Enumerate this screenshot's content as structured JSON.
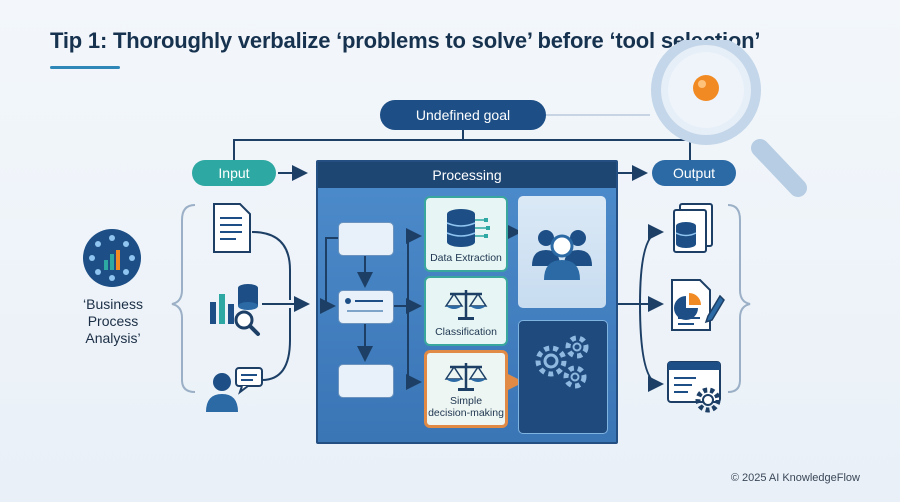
{
  "title": "Tip 1: Thoroughly verbalize ‘problems to solve’ before ‘tool selection’",
  "goal": "Undefined goal",
  "input": "Input",
  "processing": "Processing",
  "output": "Output",
  "left_label": "‘Business\nProcess\nAnalysis’",
  "cards": {
    "extraction": "Data Extraction",
    "classification": "Classification",
    "decision": "Simple\ndecision-making"
  },
  "copyright": "© 2025 AI KnowledgeFlow",
  "colors": {
    "navy": "#1d4f86",
    "teal": "#2ea8a2",
    "orange": "#e08a45",
    "processing_blue": "#3a75b6"
  },
  "icons": [
    "magnifier-icon",
    "network-chart-icon",
    "document-icon",
    "chart-search-icon",
    "user-chat-icon",
    "database-icon",
    "scales-icon",
    "people-icon",
    "gears-icon",
    "report-icon",
    "settings-window-icon"
  ]
}
